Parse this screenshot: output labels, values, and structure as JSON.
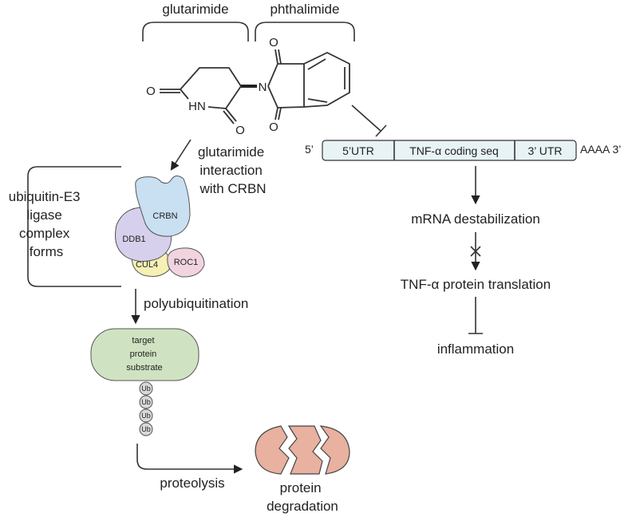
{
  "labels": {
    "glutarimide": "glutarimide",
    "phthalimide": "phthalimide",
    "glutarimide_interaction": [
      "glutarimide",
      "interaction",
      "with CRBN"
    ],
    "e3_complex": [
      "ubiquitin-E3",
      "ligase",
      "complex",
      "forms"
    ],
    "polyubiquitination": "polyubiquitination",
    "target_substrate": [
      "target",
      "protein",
      "substrate"
    ],
    "proteolysis": "proteolysis",
    "protein_degradation": [
      "protein",
      "degradation"
    ],
    "mrna_destabilization": "mRNA destabilization",
    "tnf_translation": "TNF-α protein translation",
    "inflammation": "inflammation"
  },
  "complex": {
    "crbn": "CRBN",
    "ddb1": "DDB1",
    "cul4": "CUL4",
    "roc1": "ROC1"
  },
  "ubiquitin": [
    "Ub",
    "Ub",
    "Ub",
    "Ub"
  ],
  "molecule_atoms": {
    "o1": "O",
    "hn": "HN",
    "o2": "O",
    "n": "N",
    "o3": "O",
    "o4": "O"
  },
  "mrna": {
    "five_prime": "5’",
    "utr5": "5’UTR",
    "coding": "TNF-α coding seq",
    "utr3": "3’ UTR",
    "tail": "AAAA 3’"
  },
  "colors": {
    "crbn": "#c9dff2",
    "ddb1": "#d7d0ec",
    "cul4": "#f6f0b4",
    "roc1": "#f1d4e0",
    "substrate": "#cfe3c2",
    "ubiquitin": "#d9d9d9",
    "degraded": "#e8b1a0",
    "mrna_box": "#e8f3f6"
  }
}
